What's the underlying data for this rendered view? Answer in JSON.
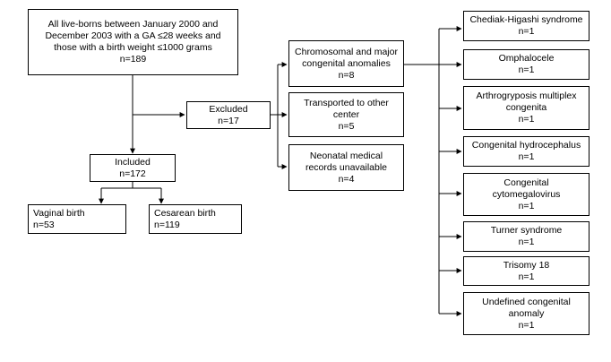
{
  "colors": {
    "stroke": "#000000",
    "background": "#ffffff"
  },
  "population": {
    "line1": "All live-borns between January 2000 and",
    "line2": "December 2003 with a GA ≤28 weeks and",
    "line3": "those with a birth weight ≤1000 grams",
    "count": "n=189"
  },
  "excluded": {
    "label": "Excluded",
    "count": "n=17"
  },
  "included": {
    "label": "Included",
    "count": "n=172"
  },
  "vaginal": {
    "label": "Vaginal birth",
    "count": "n=53"
  },
  "cesarean": {
    "label": "Cesarean birth",
    "count": "n=119"
  },
  "reasons": {
    "anomalies": {
      "line1": "Chromosomal and major",
      "line2": "congenital anomalies",
      "count": "n=8"
    },
    "transported": {
      "line1": "Transported to other",
      "line2": "center",
      "count": "n=5"
    },
    "records": {
      "line1": "Neonatal medical",
      "line2": "records unavailable",
      "count": "n=4"
    }
  },
  "anomalies": {
    "chediak": {
      "line1": "Chediak-Higashi syndrome",
      "count": "n=1"
    },
    "omphalocele": {
      "line1": "Omphalocele",
      "count": "n=1"
    },
    "arthrogryposis": {
      "line1": "Arthrogryposis multiplex",
      "line2": "congenita",
      "count": "n=1"
    },
    "hydrocephalus": {
      "line1": "Congenital hydrocephalus",
      "count": "n=1"
    },
    "cmv": {
      "line1": "Congenital",
      "line2": "cytomegalovirus",
      "count": "n=1"
    },
    "turner": {
      "line1": "Turner syndrome",
      "count": "n=1"
    },
    "trisomy": {
      "line1": "Trisomy 18",
      "count": "n=1"
    },
    "undefined": {
      "line1": "Undefined congenital",
      "line2": "anomaly",
      "count": "n=1"
    }
  }
}
